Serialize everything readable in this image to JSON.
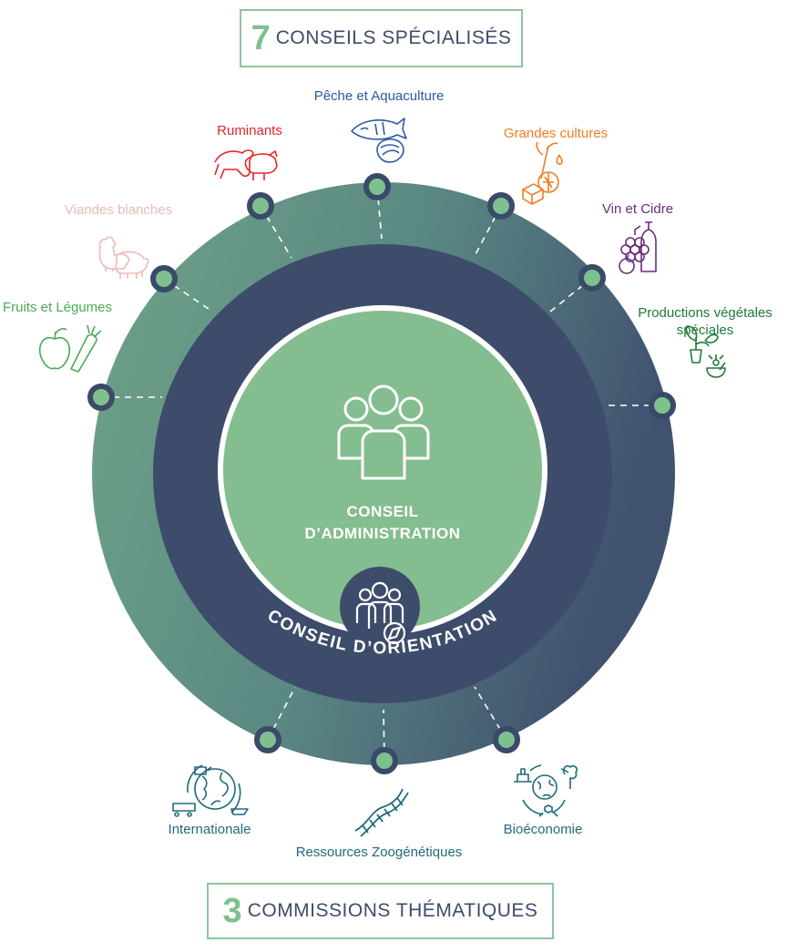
{
  "header": {
    "top_number": "7",
    "top_label": "CONSEILS SPÉCIALISÉS",
    "bottom_number": "3",
    "bottom_label": "COMMISSIONS THÉMATIQUES"
  },
  "center": {
    "line1": "CONSEIL",
    "line2": "D’ADMINISTRATION",
    "ring_label": "CONSEIL D’ORIENTATION"
  },
  "councils": [
    {
      "label": "Fruits et Légumes",
      "color": "#4aaa55",
      "icon": "fruits-vegetables-icon"
    },
    {
      "label": "Viandes blanches",
      "color": "#f0b8b8",
      "icon": "poultry-pig-icon"
    },
    {
      "label": "Ruminants",
      "color": "#e3262d",
      "icon": "cattle-sheep-icon"
    },
    {
      "label": "Pêche et Aquaculture",
      "color": "#2b5aa5",
      "icon": "fish-shell-icon"
    },
    {
      "label": "Grandes cultures",
      "color": "#ef7d22",
      "icon": "wheat-sunflower-icon"
    },
    {
      "label": "Vin et Cidre",
      "color": "#6b2c7e",
      "icon": "grapes-bottle-icon"
    },
    {
      "label": "Productions végétales spéciales",
      "color": "#1e7a3a",
      "icon": "plants-herbs-icon"
    }
  ],
  "commissions": [
    {
      "label": "Internationale",
      "color": "#1f6b7b",
      "icon": "globe-transport-icon"
    },
    {
      "label": "Ressources Zoogénétiques",
      "color": "#1f6b7b",
      "icon": "dna-icon"
    },
    {
      "label": "Bioéconomie",
      "color": "#1f6b7b",
      "icon": "bioeconomy-cycle-icon"
    }
  ],
  "colors": {
    "ring_green": "#6fa488",
    "ring_navy": "#3e4c6b",
    "center_green": "#84bd8f",
    "node_fill": "#7fc08f",
    "node_border": "#3b4a68"
  }
}
